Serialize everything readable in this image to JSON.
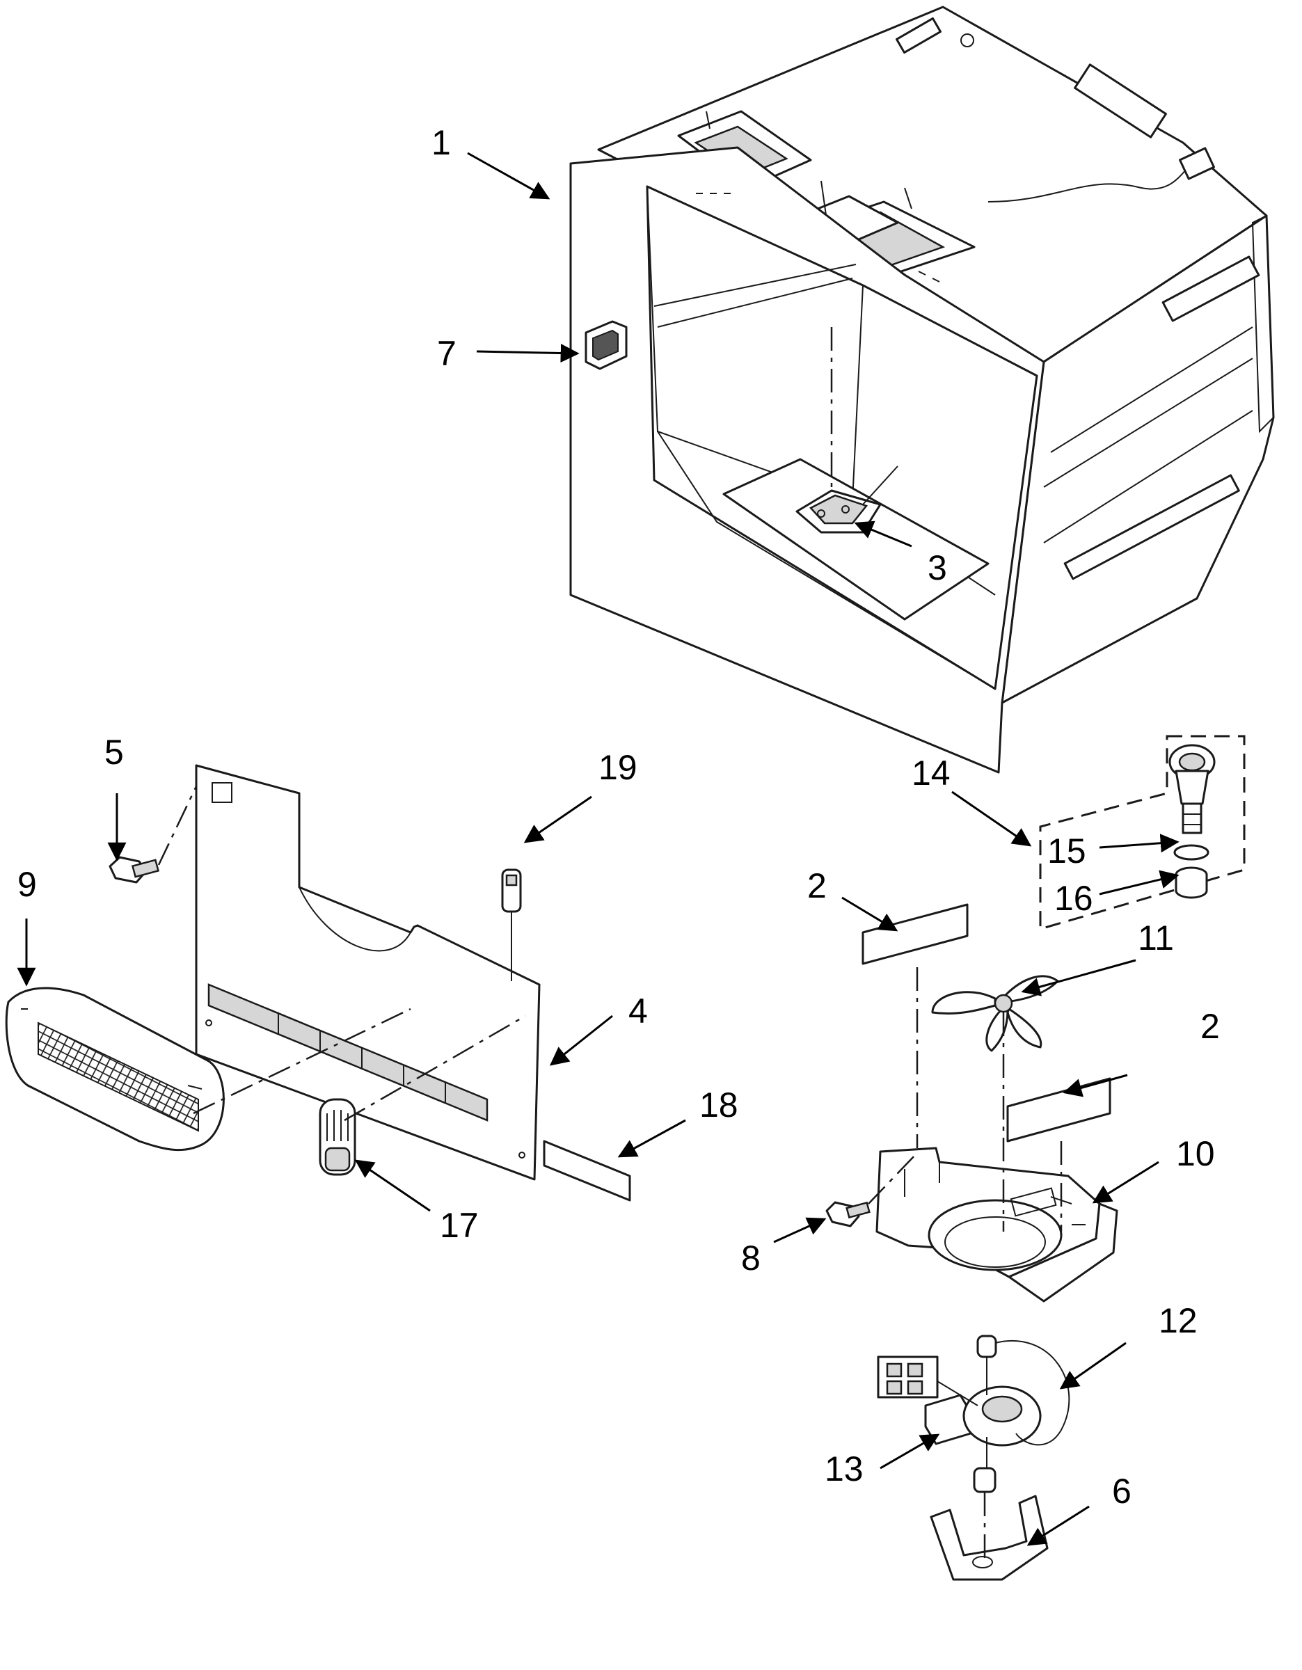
{
  "colors": {
    "line": "#1a1a1a",
    "shade": "#d6d6d6",
    "background": "#ffffff"
  },
  "callouts": {
    "c1": "1",
    "c2a": "2",
    "c2b": "2",
    "c3": "3",
    "c4": "4",
    "c5": "5",
    "c6": "6",
    "c7": "7",
    "c8": "8",
    "c9": "9",
    "c10": "10",
    "c11": "11",
    "c12": "12",
    "c13": "13",
    "c14": "14",
    "c15": "15",
    "c16": "16",
    "c17": "17",
    "c18": "18",
    "c19": "19"
  }
}
